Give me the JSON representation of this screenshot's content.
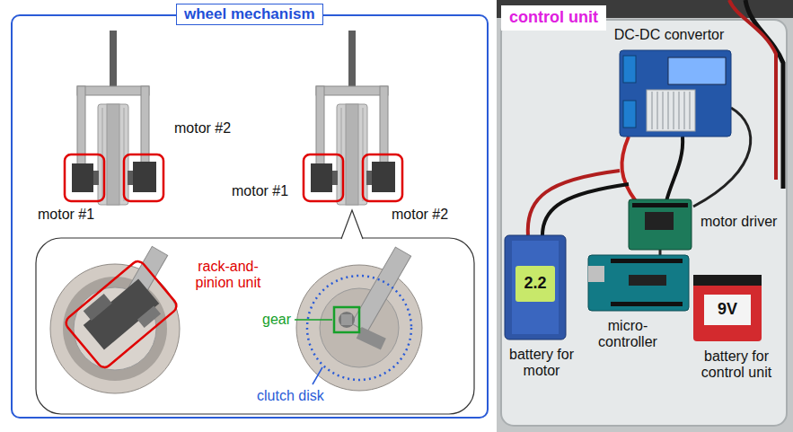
{
  "diagram": {
    "nodes": [
      {
        "text": [
          "wheel mechanism"
        ]
      },
      {
        "text": [
          "control unit"
        ]
      }
    ],
    "labels": [
      "motor #2",
      "motor #1",
      "motor #1",
      "motor #2",
      "rack-and-pinion unit",
      "gear",
      "clutch disk",
      "DC-DC convertor",
      "motor driver",
      "battery for motor",
      "micro-controller",
      "battery for control unit",
      "9V",
      "2.2"
    ]
  }
}
